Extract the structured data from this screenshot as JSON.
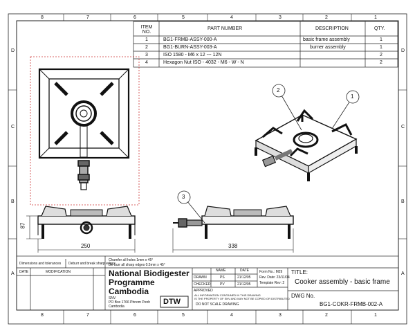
{
  "zones": {
    "top": [
      "8",
      "7",
      "6",
      "5",
      "4",
      "3",
      "2",
      "1"
    ],
    "bottom": [
      "8",
      "7",
      "6",
      "5",
      "4",
      "3",
      "2",
      "1"
    ],
    "left": [
      "D",
      "C",
      "B",
      "A"
    ],
    "right": [
      "D",
      "C",
      "B",
      "A"
    ]
  },
  "bom": {
    "headers": {
      "item": "ITEM NO.",
      "part": "PART NUMBER",
      "desc": "DESCRIPTION",
      "qty": "QTY."
    },
    "rows": [
      {
        "item": "1",
        "part": "BG1-FRMB-ASSY-000-A",
        "desc": "basic frame assembly",
        "qty": "1"
      },
      {
        "item": "2",
        "part": "BG1-BURN-ASSY-003-A",
        "desc": "burner assembly",
        "qty": "1"
      },
      {
        "item": "3",
        "part": "ISO 1580 - M6 x 12 --- 12N",
        "desc": "",
        "qty": "2"
      },
      {
        "item": "4",
        "part": "Hexagon Nut ISO - 4032 - M6 - W - N",
        "desc": "",
        "qty": "2"
      }
    ]
  },
  "balloons": [
    "1",
    "2",
    "3"
  ],
  "dims": {
    "height": "87",
    "width_front": "250",
    "width_side": "338"
  },
  "title_block": {
    "finish_label": "Dimensions and tolerances",
    "deburr_label": "Deburr and break sharp edges",
    "surface_note": "Chamfer all holes 1mm x 45°",
    "edge_note": "De-burr all sharp edges 0.5mm x 45°",
    "date_col": "DATE",
    "modification_col": "MODIFICATION",
    "org_line1": "National Biodigester",
    "org_line2": "Programme",
    "org_line3": "Cambodia",
    "address_line1": "SNV",
    "address_line2": "PO Box 1766   Phnom Penh",
    "address_line3": "Cambodia",
    "name_col": "NAME",
    "date_col2": "DATE",
    "drawn_label": "DRAWN",
    "checked_label": "CHECKED",
    "approved_label": "APPROVED",
    "drawn_name": "PS",
    "drawn_date": "21/12/05",
    "checked_name": "PV",
    "checked_date": "21/12/05",
    "form_no": "Form No.: M29",
    "rev_date": "Rev. Date: 23/11/04",
    "template_rev": "Template Rev: 2",
    "disclaimer1": "ALL INFORMATION CONTAINED IN THIS DRAWING",
    "disclaimer2": "IS THE PROPERTY OF SNV AND MAY NOT BE COPIED OR DISTRIBUTED",
    "scale_note": "DO NOT SCALE DRAWING",
    "logo": "DTW",
    "title_label": "TITLE:",
    "title": "Cooker assembly - basic frame",
    "dwg_label": "DWG No.",
    "dwg_no": "BG1-COKR-FRMB-002-A"
  }
}
